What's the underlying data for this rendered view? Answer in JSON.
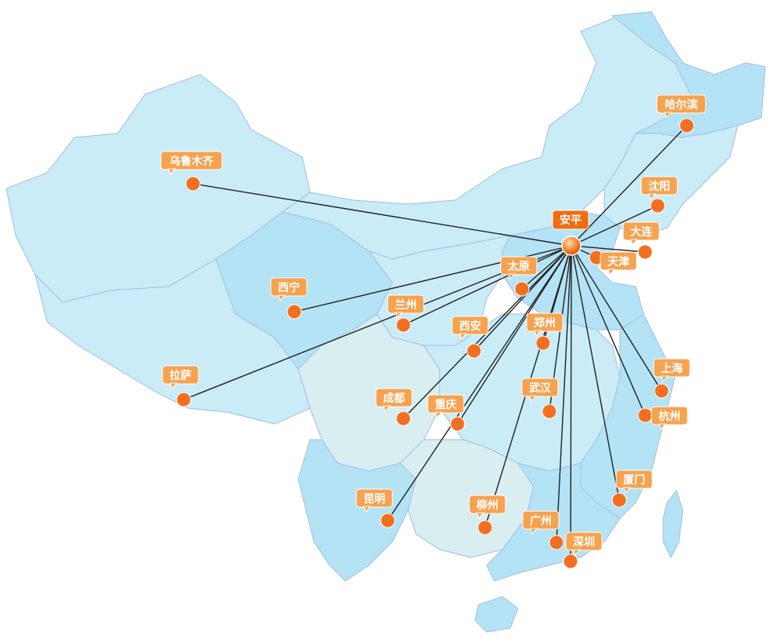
{
  "map": {
    "hub": {
      "name": "安平"
    },
    "cities": [
      {
        "name": "乌鲁木齐"
      },
      {
        "name": "哈尔滨"
      },
      {
        "name": "沈阳"
      },
      {
        "name": "大连"
      },
      {
        "name": "天津"
      },
      {
        "name": "太原"
      },
      {
        "name": "西宁"
      },
      {
        "name": "兰州"
      },
      {
        "name": "西安"
      },
      {
        "name": "郑州"
      },
      {
        "name": "拉萨"
      },
      {
        "name": "成都"
      },
      {
        "name": "重庆"
      },
      {
        "name": "武汉"
      },
      {
        "name": "上海"
      },
      {
        "name": "杭州"
      },
      {
        "name": "厦门"
      },
      {
        "name": "昆明"
      },
      {
        "name": "柳州"
      },
      {
        "name": "广州"
      },
      {
        "name": "深圳"
      }
    ],
    "colors": {
      "land": "#c9ecf7",
      "land_alt": "#b3e3f5",
      "land_pale": "#d8eef0",
      "border": "#a9c6e6",
      "dot": "#f36f20",
      "label": "#f7a24e",
      "route": "#222222"
    }
  }
}
